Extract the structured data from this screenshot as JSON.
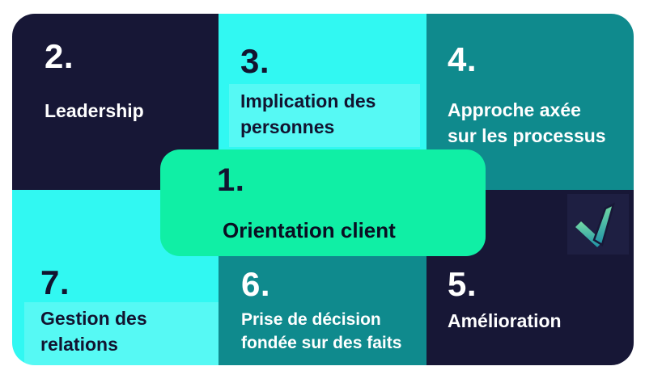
{
  "palette": {
    "page-bg": "#ffffff",
    "navy": "#171736",
    "navy-soft": "#1e1f42",
    "cyan": "#31f8f2",
    "highlight-on-cyan": "rgba(255,255,255,0.18)",
    "teal": "#0f8a8d",
    "green": "#10efa5",
    "text-on-dark": "#ffffff",
    "text-on-light": "#121430",
    "card-text": "#0a0e22"
  },
  "principles": {
    "p1": {
      "number": "1.",
      "label": "Orientation client"
    },
    "p2": {
      "number": "2.",
      "label": "Leadership"
    },
    "p3": {
      "number": "3.",
      "label": "Implication des\npersonnes"
    },
    "p4": {
      "number": "4.",
      "label": "Approche axée\nsur les processus"
    },
    "p5": {
      "number": "5.",
      "label": "Amélioration"
    },
    "p6": {
      "number": "6.",
      "label": "Prise de décision\nfondée sur des faits"
    },
    "p7": {
      "number": "7.",
      "label": "Gestion des\nrelations"
    }
  },
  "icons": {
    "checkmark": {
      "name": "check-logo",
      "gradient_top": "#74dba4",
      "gradient_bottom": "#1f92a7"
    }
  }
}
